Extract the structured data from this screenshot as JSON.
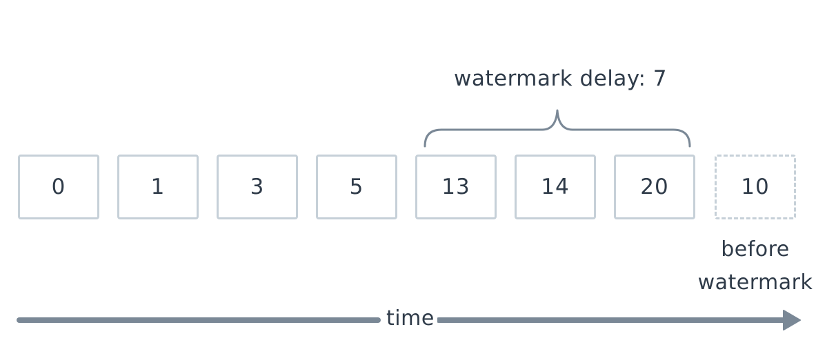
{
  "events": [
    {
      "value": "0"
    },
    {
      "value": "1"
    },
    {
      "value": "3"
    },
    {
      "value": "5"
    },
    {
      "value": "13"
    },
    {
      "value": "14"
    },
    {
      "value": "20"
    }
  ],
  "late_event": {
    "value": "10",
    "label": "before watermark"
  },
  "watermark": {
    "label": "watermark delay: 7"
  },
  "axis": {
    "label": "time"
  },
  "colors": {
    "box_border": "#c6d0d8",
    "text": "#2f3b49",
    "arrow": "#7a8896",
    "brace": "#7a8896"
  }
}
